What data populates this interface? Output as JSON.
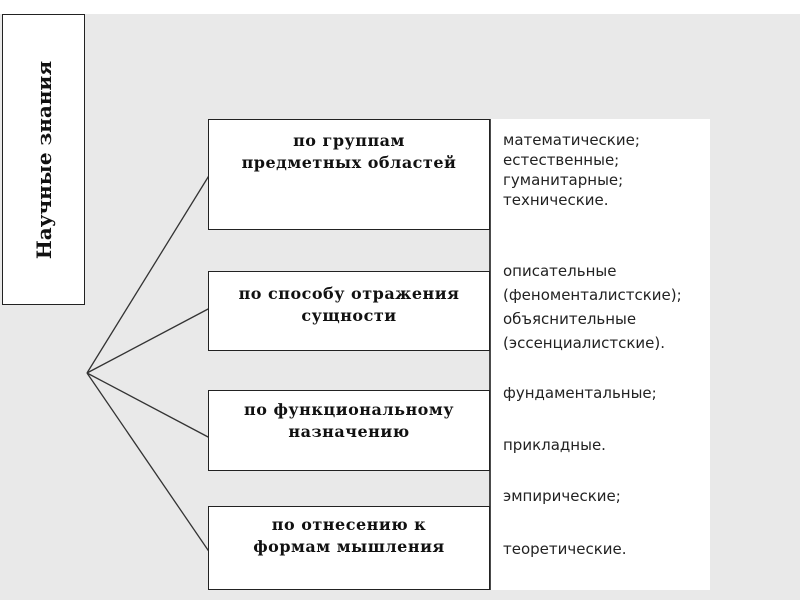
{
  "root": {
    "label": "Научные знания"
  },
  "categories": [
    {
      "label": "по группам\nпредметных областей",
      "items": [
        "математические;",
        "естественные;",
        "гуманитарные;",
        "технические."
      ]
    },
    {
      "label": "по способу отражения\nсущности",
      "items": [
        "описательные",
        "(феноменталистские);",
        "объяснительные",
        "(эссенциалистские)."
      ]
    },
    {
      "label": "по функциональному\nназначению",
      "items": [
        "фундаментальные;",
        "прикладные."
      ]
    },
    {
      "label": "по отнесению к\nформам мышления",
      "items": [
        "эмпирические;",
        "теоретические."
      ]
    }
  ],
  "colors": {
    "background": "#e9e9e9",
    "box_fill": "#ffffff",
    "stroke": "#222222"
  }
}
